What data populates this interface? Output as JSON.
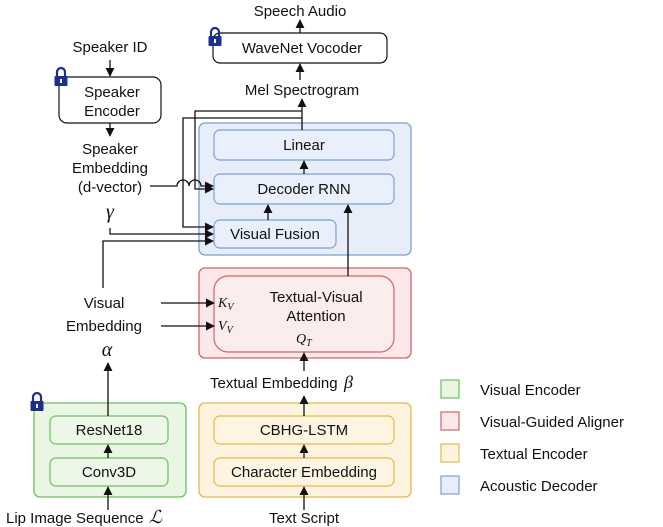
{
  "labels": {
    "speech_audio": "Speech Audio",
    "wavenet_vocoder": "WaveNet Vocoder",
    "mel_spectrogram": "Mel Spectrogram",
    "speaker_id": "Speaker ID",
    "speaker_encoder_1": "Speaker",
    "speaker_encoder_2": "Encoder",
    "speaker_embedding_1": "Speaker",
    "speaker_embedding_2": "Embedding",
    "speaker_embedding_3": "(d-vector)",
    "gamma": "γ",
    "linear": "Linear",
    "decoder_rnn": "Decoder RNN",
    "visual_fusion": "Visual Fusion",
    "visual_embedding_1": "Visual",
    "visual_embedding_2": "Embedding",
    "alpha": "α",
    "tva_1": "Textual-Visual",
    "tva_2": "Attention",
    "kv_main": "K",
    "kv_sub": "V",
    "vv_main": "V",
    "vv_sub": "V",
    "qt_main": "Q",
    "qt_sub": "T",
    "textual_embedding": "Textual Embedding",
    "beta": "β",
    "resnet18": "ResNet18",
    "conv3d": "Conv3D",
    "cbhg_lstm": "CBHG-LSTM",
    "character_embedding": "Character Embedding",
    "lip_image_sequence": "Lip Image Sequence",
    "script_l": "ℒ",
    "text_script": "Text Script"
  },
  "legend": [
    {
      "label": "Visual Encoder",
      "fill": "#eaf6e4",
      "stroke": "#6cc05a"
    },
    {
      "label": "Visual-Guided Aligner",
      "fill": "#fbe9ea",
      "stroke": "#d36369"
    },
    {
      "label": "Textual Encoder",
      "fill": "#fdf4e0",
      "stroke": "#e6b84d"
    },
    {
      "label": "Acoustic Decoder",
      "fill": "#e8eef9",
      "stroke": "#7aa0d2"
    }
  ],
  "colors": {
    "visual_encoder_fill": "#eaf6e4",
    "visual_encoder_stroke": "#6cc05a",
    "aligner_fill": "#fbe9ea",
    "aligner_stroke": "#d36369",
    "textual_fill": "#fdf4e0",
    "textual_stroke": "#e6b84d",
    "acoustic_fill": "#e8eef9",
    "acoustic_stroke": "#7aa0d2",
    "lock": "#1b2f8f"
  },
  "icons": [
    "lock-icon"
  ]
}
